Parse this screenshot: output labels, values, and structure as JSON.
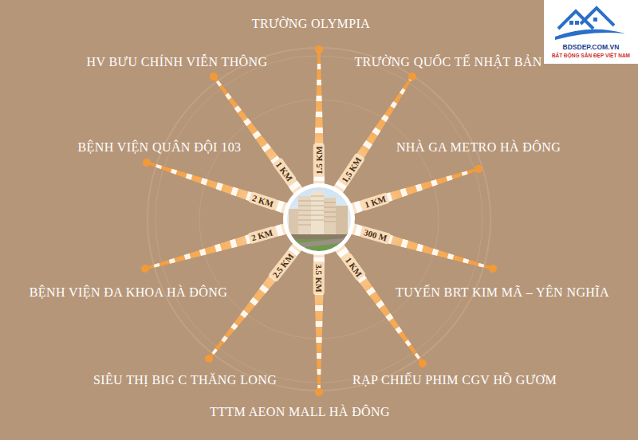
{
  "diagram": {
    "labels": [
      "BDSDEP.COM.VN",
      "BẤT ĐỘNG SẢN ĐẸP VIỆT NAM",
      "TRƯỜNG OLYMPIA",
      "HV BƯU CHÍNH VIỄN THÔNG",
      "TRƯỜNG QUỐC TẾ NHẬT BẢN",
      "BỆNH VIỆN QUÂN ĐỘI 103",
      "NHÀ GA METRO HÀ ĐÔNG",
      "BỆNH VIỆN ĐA KHOA HÀ ĐÔNG",
      "TUYẾN BRT KIM MÃ – YÊN NGHĨA",
      "SIÊU THỊ BIG C THĂNG LONG",
      "RẠP CHIẾU PHIM CGV HỒ GƯƠM",
      "TTTM AEON MALL HÀ ĐÔNG",
      "1.5 KM",
      "1,5 KM",
      "1 KM",
      "300 M",
      "1 KM",
      "3.5 KM",
      "2.5 KM",
      "2 KM",
      "2 KM",
      "1 KM"
    ]
  }
}
